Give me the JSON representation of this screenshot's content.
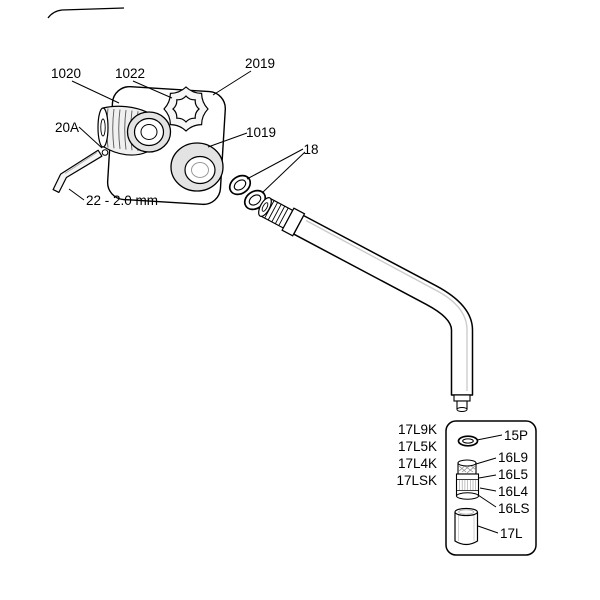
{
  "colors": {
    "line": "#000000",
    "shade": "#e3e3e3",
    "highlight": "#c9c9c9",
    "background": "#ffffff"
  },
  "labels": {
    "p1020": "1020",
    "p1022": "1022",
    "p2019": "2019",
    "p20A": "20A",
    "p1019": "1019",
    "p18": "18",
    "hexKeySize": "22 - 2.0 mm",
    "k17L9K": "17L9K",
    "k17L5K": "17L5K",
    "k17L4K": "17L4K",
    "k17LSK": "17LSK",
    "p15P": "15P",
    "p16L9": "16L9",
    "p16L5": "16L5",
    "p16L4": "16L4",
    "p16LS": "16LS",
    "p17L": "17L"
  }
}
